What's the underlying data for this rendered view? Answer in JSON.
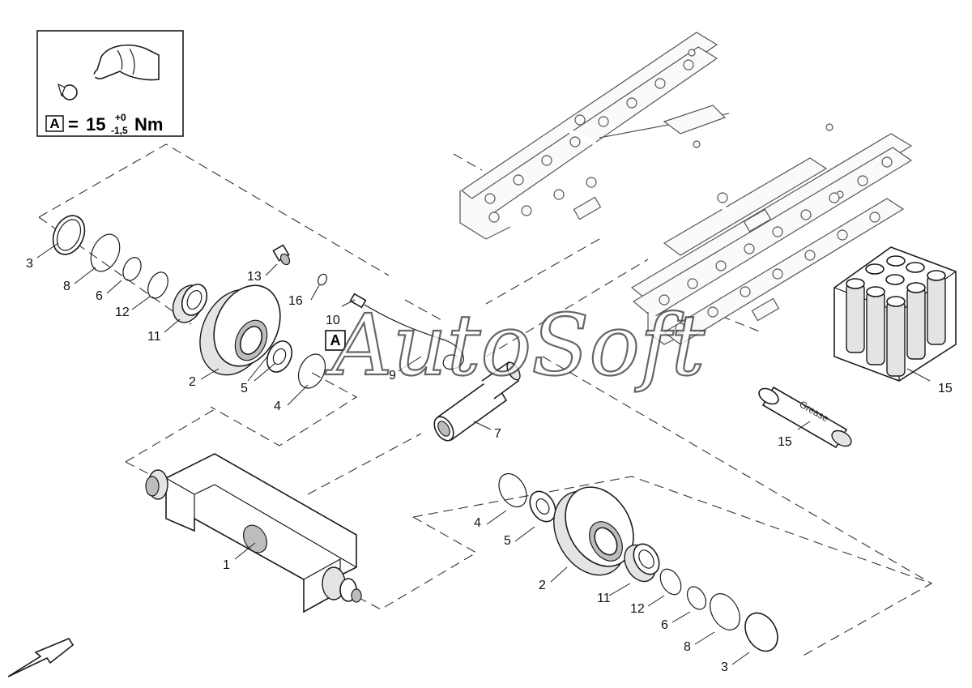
{
  "torque": {
    "box_letter": "A",
    "equals": "=",
    "value": "15",
    "tol_upper": "+0",
    "tol_lower": "-1,5",
    "unit": "Nm"
  },
  "inline_marker": "A",
  "watermark": "AutoSoft",
  "grease_label": "Grease",
  "callouts": {
    "c3_top": "3",
    "c8_top": "8",
    "c6_top": "6",
    "c12_top": "12",
    "c11_top": "11",
    "c2_top": "2",
    "c5_top": "5",
    "c4_top": "4",
    "c13": "13",
    "c16": "16",
    "c10": "10",
    "c9": "9",
    "c7": "7",
    "c15_box": "15",
    "c15_tube": "15",
    "c1": "1",
    "c4_bot": "4",
    "c5_bot": "5",
    "c2_bot": "2",
    "c11_bot": "11",
    "c12_bot": "12",
    "c6_bot": "6",
    "c8_bot": "8",
    "c3_bot": "3"
  }
}
